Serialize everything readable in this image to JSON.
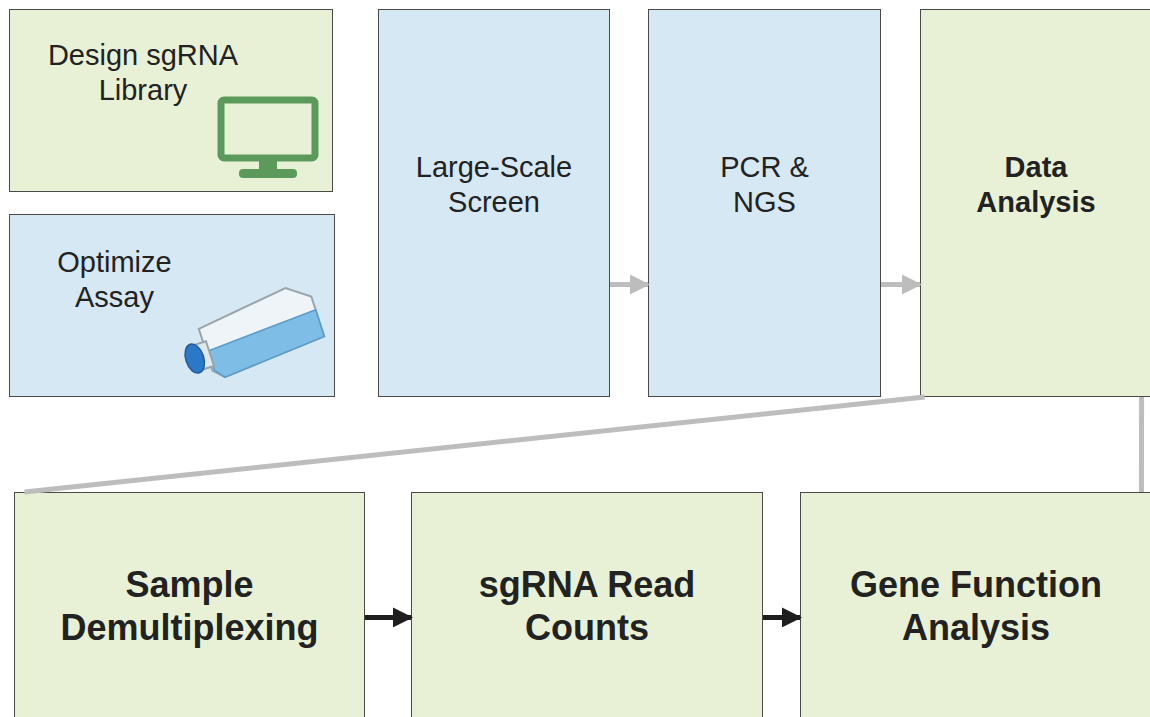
{
  "diagram": {
    "nodes": [
      {
        "text": [
          "Design sgRNA Library"
        ]
      },
      {
        "text": [
          "Optimize Assay"
        ]
      },
      {
        "text": [
          "Large-Scale Screen"
        ]
      },
      {
        "text": [
          "PCR & NGS"
        ]
      },
      {
        "text": [
          "Data Analysis"
        ]
      },
      {
        "text": [
          "Sample Demultiplexing"
        ]
      },
      {
        "text": [
          "sgRNA Read Counts"
        ]
      },
      {
        "text": [
          "Gene Function Analysis"
        ]
      }
    ],
    "edges": [
      {
        "from": 2,
        "to": 3,
        "arrow": "to"
      },
      {
        "from": 3,
        "to": 4,
        "arrow": "to"
      },
      {
        "from": 5,
        "to": 6,
        "arrow": "to"
      },
      {
        "from": 6,
        "to": 7,
        "arrow": "to"
      },
      {
        "from": 4,
        "to": 5,
        "arrow": "none"
      },
      {
        "from": 4,
        "to": 7,
        "arrow": "none"
      }
    ]
  }
}
